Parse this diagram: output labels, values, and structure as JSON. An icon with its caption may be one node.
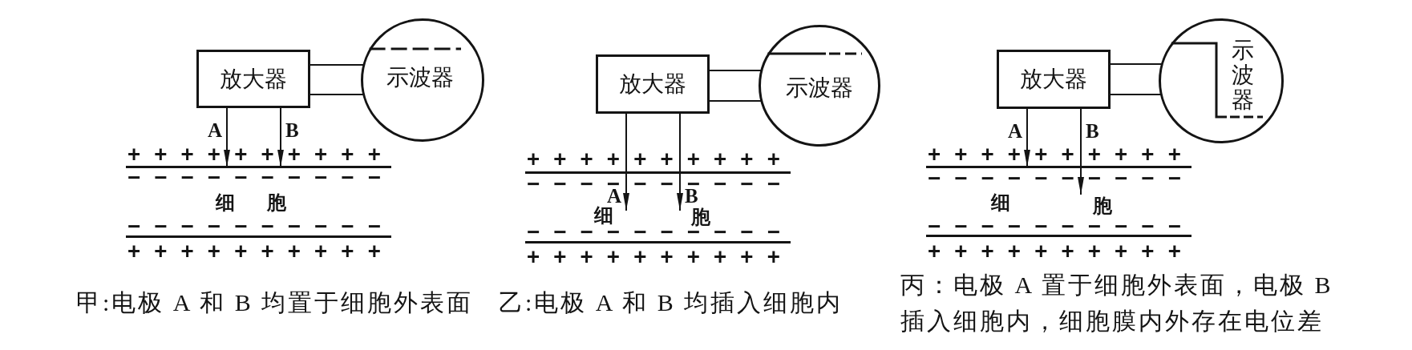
{
  "diagram": {
    "nodes": [
      {
        "text": [
          "放大器"
        ]
      },
      {
        "text": [
          "示波器"
        ]
      },
      {
        "text": [
          "− − − − − − − − − −",
          "细 胞",
          "− − − − − − − − − −"
        ],
        "beside": [
          "+ + + + + + + + + +",
          "+ + + + + + + + + +"
        ]
      },
      {
        "text": [
          "放大器"
        ]
      },
      {
        "text": [
          "示波器"
        ]
      },
      {
        "text": [
          "− − − − − − − − − −",
          "细",
          "胞",
          "− − − − − − − − − −"
        ],
        "beside": [
          "+ + + + + + + + + +",
          "+ + + + + + + + + +"
        ]
      },
      {
        "text": [
          "放大器"
        ]
      },
      {
        "text": [
          "示波器"
        ]
      },
      {
        "text": [
          "− − − − − − − − − −",
          "细",
          "胞",
          "− − − − − − − − − −"
        ],
        "beside": [
          "+ + + + + + + + + +",
          "+ + + + + + + + + +"
        ]
      }
    ],
    "edges": [
      {
        "from": 0,
        "to": 1,
        "arrow": "none"
      },
      {
        "from": 0,
        "to": 1,
        "arrow": "none"
      },
      {
        "from": 0,
        "to": 2,
        "arrow": "to",
        "label": "A"
      },
      {
        "from": 0,
        "to": 2,
        "arrow": "to",
        "label": "B"
      },
      {
        "from": 3,
        "to": 4,
        "arrow": "none"
      },
      {
        "from": 3,
        "to": 4,
        "arrow": "none"
      },
      {
        "from": 3,
        "to": 5,
        "arrow": "to",
        "label": "A"
      },
      {
        "from": 3,
        "to": 5,
        "arrow": "to",
        "label": "B"
      },
      {
        "from": 6,
        "to": 7,
        "arrow": "none"
      },
      {
        "from": 6,
        "to": 7,
        "arrow": "none"
      },
      {
        "from": 6,
        "to": 8,
        "arrow": "to",
        "label": "A"
      },
      {
        "from": 6,
        "to": 8,
        "arrow": "to",
        "label": "B"
      }
    ],
    "labels": [
      "甲:电极 A 和 B 均置于细胞外表面",
      "乙:电极 A 和 B 均插入细胞内",
      "丙：电极 A 置于细胞外表面，电极 B 插入细胞内，细胞膜内外存在电位差"
    ]
  }
}
